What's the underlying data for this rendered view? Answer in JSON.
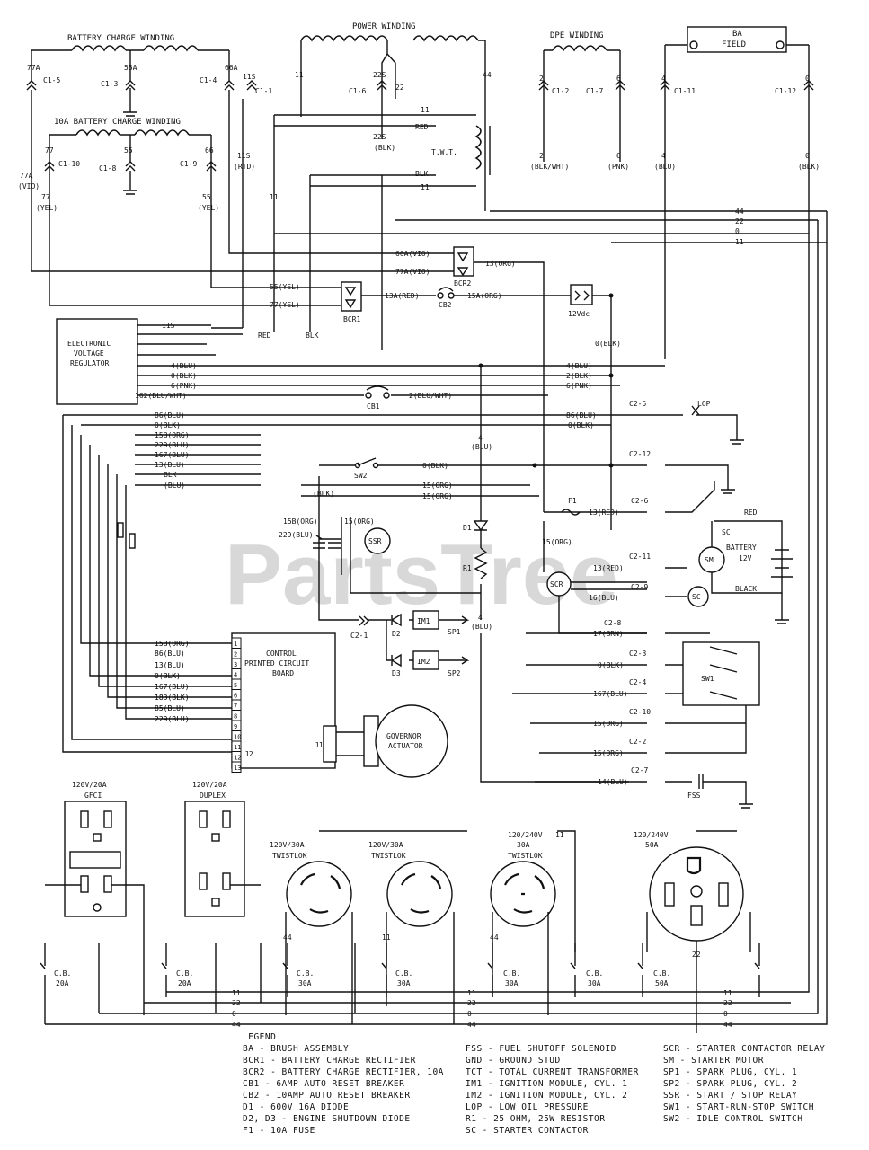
{
  "watermark": "PartsTree",
  "windings": {
    "battery_charge": "BATTERY CHARGE WINDING",
    "battery_charge_10a": "10A BATTERY CHARGE WINDING",
    "power": "POWER WINDING",
    "dpe": "DPE WINDING",
    "field_ba": "BA",
    "field": "FIELD"
  },
  "components": {
    "evr": [
      "ELECTRONIC",
      "VOLTAGE",
      "REGULATOR"
    ],
    "control_board": [
      "CONTROL",
      "PRINTED CIRCUIT",
      "BOARD"
    ],
    "governor": [
      "GOVERNOR",
      "ACTUATOR"
    ],
    "bcr1": "BCR1",
    "bcr2": "BCR2",
    "cb1": "CB1",
    "cb2": "CB2",
    "battery": [
      "BATTERY",
      "12V"
    ],
    "twelve_vdc": "12Vdc",
    "ssr": "SSR",
    "scr": "SCR",
    "sm": "SM",
    "sc": "SC",
    "sw1": "SW1",
    "sw2": "SW2",
    "lop": "LOP",
    "fss": "FSS",
    "im1": "IM1",
    "im2": "IM2",
    "sp1": "SP1",
    "sp2": "SP2",
    "d1": "D1",
    "d2": "D2",
    "d3": "D3",
    "r1": "R1",
    "f1": "F1",
    "tlu": "T.W.T.",
    "red": "RED",
    "black": "BLACK",
    "j1": "J1",
    "j2": "J2"
  },
  "wire_labels": {
    "w77a": "77A",
    "w55a": "55A",
    "w66a": "66A",
    "w11s": "11S",
    "w11": "11",
    "w44": "44",
    "w22": "22",
    "w22s": "22S",
    "w2": "2",
    "w6": "6",
    "w4": "4",
    "w0": "0",
    "w77": "77",
    "w55": "55",
    "w66": "66",
    "c1_5": "C1-5",
    "c1_3": "C1-3",
    "c1_4": "C1-4",
    "c1_1": "C1-1",
    "c1_2": "C1-2",
    "c1_6": "C1-6",
    "c1_7": "C1-7",
    "c1_11": "C1-11",
    "c1_12": "C1-12",
    "c1_10": "C1-10",
    "c1_8": "C1-8",
    "c1_9": "C1-9",
    "blk_wht": "(BLK/WHT)",
    "pnk": "(PNK)",
    "blu": "(BLU)",
    "blk": "(BLK)",
    "red": "RED",
    "blk2": "BLK",
    "yel": "(YEL)",
    "vio": "(VIO)",
    "rtd": "(RTD)",
    "w66a_vio": "66A(VIO)",
    "w77a_vio": "77A(VIO)",
    "w13_org": "13(ORG)",
    "w55_yel": "55(YEL)",
    "w77_yel": "77(YEL)",
    "w13a_red": "13A(RED)",
    "w15a_org": "15A(ORG)",
    "w0_blk": "0(BLK)",
    "w4_blu": "4(BLU)",
    "w2_blk": "2(BLK)",
    "w6_pnk": "6(PNK)",
    "w162_bluwht": "162(BLU/WHT)",
    "w2_bluwht": "2(BLU/WHT)",
    "w86_blu": "86(BLU)",
    "w0_blk2": "0(BLK)",
    "w15_org": "15(ORG)",
    "w13_red": "13(RED)",
    "w16_blu": "16(BLU)",
    "w17_brn": "17(BRN)",
    "w167_blu": "167(BLU)",
    "w15_org2": "15(ORG)",
    "w14_blu": "14(BLU)",
    "w229_blu": "229(BLU)",
    "w15b_org": "15B(ORG)",
    "w13_blu": "13(BLU)",
    "w0_blk3": "0(BLK)"
  },
  "connectors": {
    "c2_5": "C2-5",
    "c2_12": "C2-12",
    "c2_6": "C2-6",
    "c2_11": "C2-11",
    "c2_9": "C2-9",
    "c2_8": "C2-8",
    "c2_3": "C2-3",
    "c2_4": "C2-4",
    "c2_10": "C2-10",
    "c2_2": "C2-2",
    "c2_7": "C2-7",
    "c2_1": "C2-1"
  },
  "cb_pins": {
    "left": [
      "15B(ORG)",
      "86(BLU)",
      "13(BLU)",
      "0(BLK)",
      "167(BLU)",
      "183(BLK)",
      "85(BLU)",
      "229(BLU)"
    ],
    "right": [
      "1",
      "2",
      "3",
      "4",
      "5",
      "6",
      "7",
      "8",
      "9",
      "10",
      "11",
      "12",
      "13"
    ]
  },
  "outlets": {
    "gfci": [
      "120V/20A",
      "GFCI"
    ],
    "duplex": [
      "120V/20A",
      "DUPLEX"
    ],
    "twistlok1": [
      "120V/30A",
      "TWISTLOK"
    ],
    "twistlok2": [
      "120V/30A",
      "TWISTLOK"
    ],
    "twistlok3": [
      "120/240V",
      "30A",
      "TWISTLOK"
    ],
    "r50a": [
      "120/240V",
      "50A"
    ]
  },
  "breakers": {
    "cb_20a": [
      "C.B.",
      "20A"
    ],
    "cb_20a_2": [
      "C.B.",
      "20A"
    ],
    "cb_30a_1": [
      "C.B.",
      "30A"
    ],
    "cb_30a_2": [
      "C.B.",
      "30A"
    ],
    "cb_30a_3": [
      "C.B.",
      "30A"
    ],
    "cb_30a_4": [
      "C.B.",
      "30A"
    ],
    "cb_50a": [
      "C.B.",
      "50A"
    ]
  },
  "bus_labels": [
    "11",
    "22",
    "0",
    "44"
  ],
  "legend": {
    "title": "LEGEND",
    "col1": [
      "BA - BRUSH ASSEMBLY",
      "BCR1 - BATTERY CHARGE RECTIFIER",
      "BCR2 - BATTERY CHARGE RECTIFIER, 10A",
      "CB1 - 6AMP AUTO RESET BREAKER",
      "CB2 - 10AMP AUTO RESET BREAKER",
      "D1 - 600V 16A DIODE",
      "D2, D3 - ENGINE SHUTDOWN DIODE",
      "F1 - 10A FUSE"
    ],
    "col2": [
      "FSS - FUEL SHUTOFF SOLENOID",
      "GND - GROUND STUD",
      "TCT - TOTAL CURRENT TRANSFORMER",
      "IM1 - IGNITION MODULE, CYL. 1",
      "IM2 - IGNITION MODULE, CYL. 2",
      "LOP - LOW OIL PRESSURE",
      "R1 - 25 OHM, 25W RESISTOR",
      "SC - STARTER CONTACTOR"
    ],
    "col3": [
      "SCR - STARTER CONTACTOR RELAY",
      "SM - STARTER MOTOR",
      "SP1 - SPARK PLUG, CYL. 1",
      "SP2 - SPARK PLUG, CYL. 2",
      "SSR - START / STOP RELAY",
      "SW1 - START-RUN-STOP SWITCH",
      "SW2 - IDLE CONTROL SWITCH"
    ]
  }
}
